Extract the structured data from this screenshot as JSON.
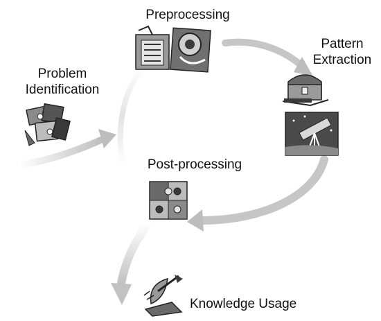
{
  "stages": [
    {
      "id": "problem-identification",
      "label_lines": [
        "Problem",
        "Identification"
      ],
      "icon": "puzzle-pieces-icon"
    },
    {
      "id": "preprocessing",
      "label_lines": [
        "Preprocessing"
      ],
      "icon": "gears-and-folder-icon"
    },
    {
      "id": "pattern-extraction",
      "label_lines": [
        "Pattern",
        "Extraction"
      ],
      "icon": "telescope-and-treasure-icon"
    },
    {
      "id": "post-processing",
      "label_lines": [
        "Post-processing"
      ],
      "icon": "jigsaw-puzzle-icon"
    },
    {
      "id": "knowledge-usage",
      "label_lines": [
        "Knowledge Usage"
      ],
      "icon": "satellite-dish-icon"
    }
  ],
  "colors": {
    "arrow": "#c9c9c9",
    "text": "#111111",
    "clipart_dark": "#3a3a3a",
    "clipart_mid": "#8a8a8a"
  }
}
